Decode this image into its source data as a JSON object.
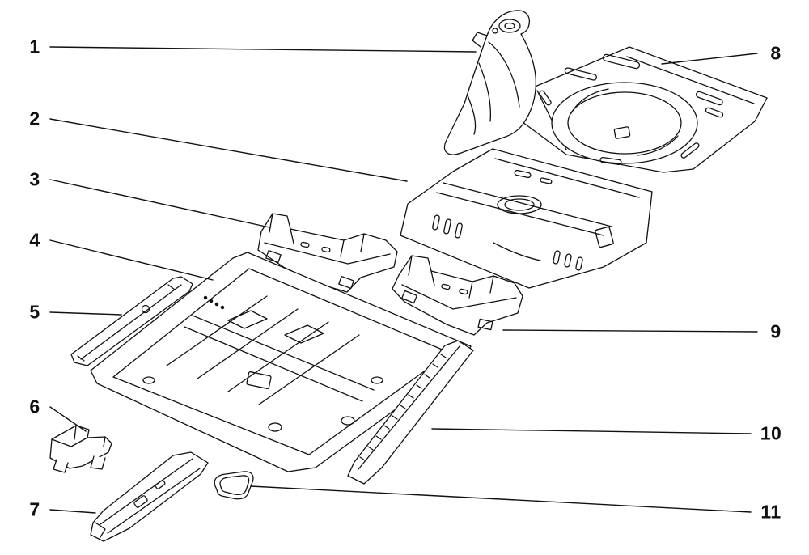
{
  "figure": {
    "background_color": "#ffffff",
    "line_color": "#111111"
  },
  "callouts": [
    {
      "label": "1"
    },
    {
      "label": "2"
    },
    {
      "label": "3"
    },
    {
      "label": "4"
    },
    {
      "label": "5"
    },
    {
      "label": "6"
    },
    {
      "label": "7"
    },
    {
      "label": "8"
    },
    {
      "label": "9"
    },
    {
      "label": "10"
    },
    {
      "label": "11"
    }
  ]
}
